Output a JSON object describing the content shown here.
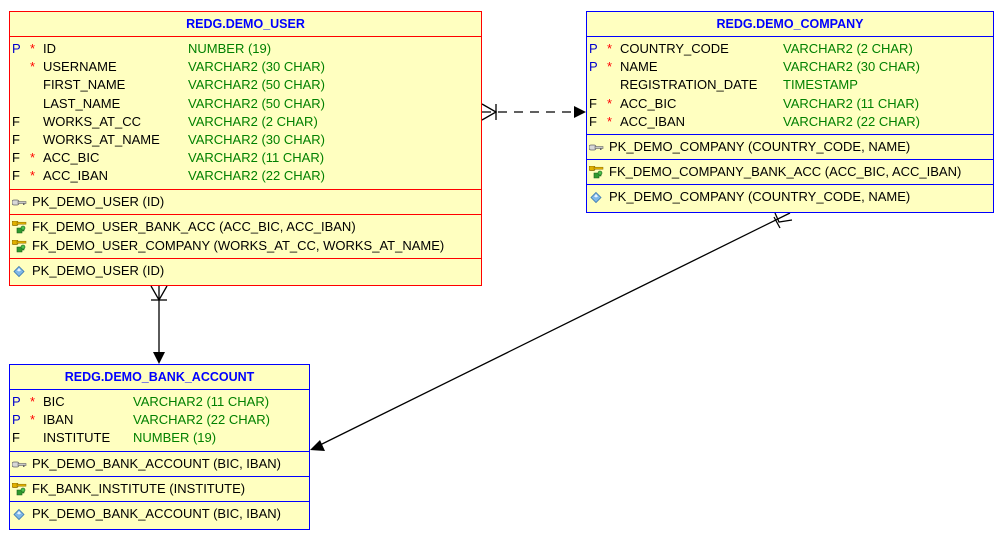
{
  "tables": {
    "demo_user": {
      "title": "REDG.DEMO_USER",
      "columns": [
        {
          "flag": "P",
          "required": "*",
          "name": "ID",
          "type": "NUMBER (19)"
        },
        {
          "flag": "",
          "required": "*",
          "name": "USERNAME",
          "type": "VARCHAR2 (30 CHAR)"
        },
        {
          "flag": "",
          "required": "",
          "name": "FIRST_NAME",
          "type": "VARCHAR2 (50 CHAR)"
        },
        {
          "flag": "",
          "required": "",
          "name": "LAST_NAME",
          "type": "VARCHAR2 (50 CHAR)"
        },
        {
          "flag": "F",
          "required": "",
          "name": "WORKS_AT_CC",
          "type": "VARCHAR2 (2 CHAR)"
        },
        {
          "flag": "F",
          "required": "",
          "name": "WORKS_AT_NAME",
          "type": "VARCHAR2 (30 CHAR)"
        },
        {
          "flag": "F",
          "required": "*",
          "name": "ACC_BIC",
          "type": "VARCHAR2 (11 CHAR)"
        },
        {
          "flag": "F",
          "required": "*",
          "name": "ACC_IBAN",
          "type": "VARCHAR2 (22 CHAR)"
        }
      ],
      "primary_keys": [
        {
          "icon": "primary-key-icon",
          "text": "PK_DEMO_USER (ID)"
        }
      ],
      "foreign_keys": [
        {
          "icon": "foreign-key-icon",
          "text": "FK_DEMO_USER_BANK_ACC (ACC_BIC, ACC_IBAN)"
        },
        {
          "icon": "foreign-key-icon",
          "text": "FK_DEMO_USER_COMPANY (WORKS_AT_CC, WORKS_AT_NAME)"
        }
      ],
      "indexes": [
        {
          "icon": "index-icon",
          "text": "PK_DEMO_USER (ID)"
        }
      ]
    },
    "demo_company": {
      "title": "REDG.DEMO_COMPANY",
      "columns": [
        {
          "flag": "P",
          "required": "*",
          "name": "COUNTRY_CODE",
          "type": "VARCHAR2 (2 CHAR)"
        },
        {
          "flag": "P",
          "required": "*",
          "name": "NAME",
          "type": "VARCHAR2 (30 CHAR)"
        },
        {
          "flag": "",
          "required": "",
          "name": "REGISTRATION_DATE",
          "type": "TIMESTAMP"
        },
        {
          "flag": "F",
          "required": "*",
          "name": "ACC_BIC",
          "type": "VARCHAR2 (11 CHAR)"
        },
        {
          "flag": "F",
          "required": "*",
          "name": "ACC_IBAN",
          "type": "VARCHAR2 (22 CHAR)"
        }
      ],
      "primary_keys": [
        {
          "icon": "primary-key-icon",
          "text": "PK_DEMO_COMPANY (COUNTRY_CODE, NAME)"
        }
      ],
      "foreign_keys": [
        {
          "icon": "foreign-key-icon",
          "text": "FK_DEMO_COMPANY_BANK_ACC (ACC_BIC, ACC_IBAN)"
        }
      ],
      "indexes": [
        {
          "icon": "index-icon",
          "text": "PK_DEMO_COMPANY (COUNTRY_CODE, NAME)"
        }
      ]
    },
    "demo_bank_account": {
      "title": "REDG.DEMO_BANK_ACCOUNT",
      "columns": [
        {
          "flag": "P",
          "required": "*",
          "name": "BIC",
          "type": "VARCHAR2 (11 CHAR)"
        },
        {
          "flag": "P",
          "required": "*",
          "name": "IBAN",
          "type": "VARCHAR2 (22 CHAR)"
        },
        {
          "flag": "F",
          "required": "",
          "name": "INSTITUTE",
          "type": "NUMBER (19)"
        }
      ],
      "primary_keys": [
        {
          "icon": "primary-key-icon",
          "text": "PK_DEMO_BANK_ACCOUNT (BIC, IBAN)"
        }
      ],
      "foreign_keys": [
        {
          "icon": "foreign-key-icon",
          "text": "FK_BANK_INSTITUTE (INSTITUTE)"
        }
      ],
      "indexes": [
        {
          "icon": "index-icon",
          "text": "PK_DEMO_BANK_ACCOUNT (BIC, IBAN)"
        }
      ]
    }
  },
  "relationships": [
    {
      "from": "demo_user",
      "to": "demo_company",
      "style": "dashed",
      "from_end": "many",
      "to_end": "arrow"
    },
    {
      "from": "demo_user",
      "to": "demo_bank_account",
      "style": "solid",
      "from_end": "many",
      "to_end": "arrow"
    },
    {
      "from": "demo_company",
      "to": "demo_bank_account",
      "style": "solid",
      "from_end": "many",
      "to_end": "arrow"
    }
  ],
  "colors": {
    "table_fill": "#ffffc0",
    "selected_border": "#ff0000",
    "border": "#0000ff",
    "title": "#0000ff",
    "type_text": "#008000",
    "required_marker": "#ff0000",
    "pk_flag": "#0000cc"
  }
}
